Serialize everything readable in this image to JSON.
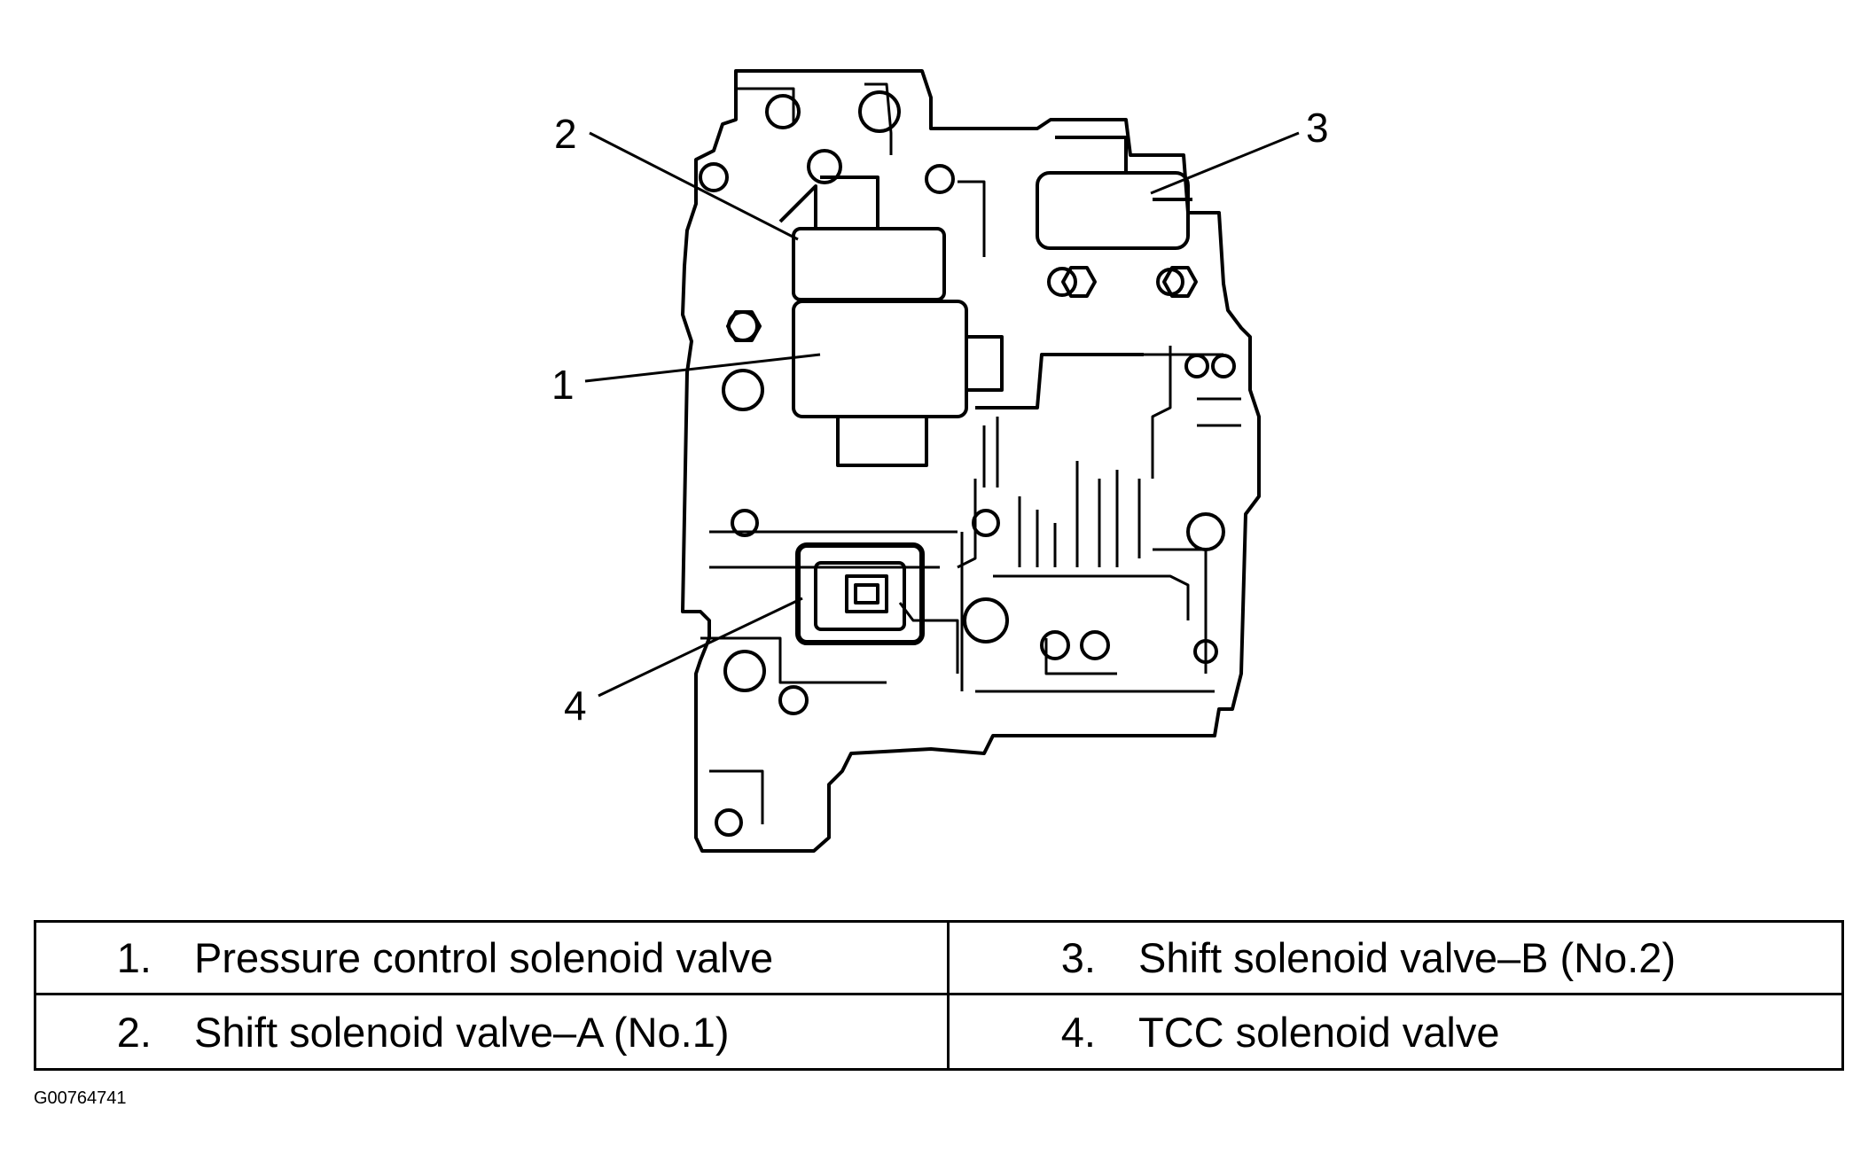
{
  "diagram": {
    "callouts": [
      "1",
      "2",
      "3",
      "4"
    ]
  },
  "legend": {
    "rows": [
      [
        {
          "num": "1.",
          "text": "Pressure control solenoid valve"
        },
        {
          "num": "3.",
          "text": "Shift solenoid valve–B (No.2)"
        }
      ],
      [
        {
          "num": "2.",
          "text": "Shift solenoid valve–A (No.1)"
        },
        {
          "num": "4.",
          "text": "TCC solenoid valve"
        }
      ]
    ]
  },
  "figure_id": "G00764741"
}
